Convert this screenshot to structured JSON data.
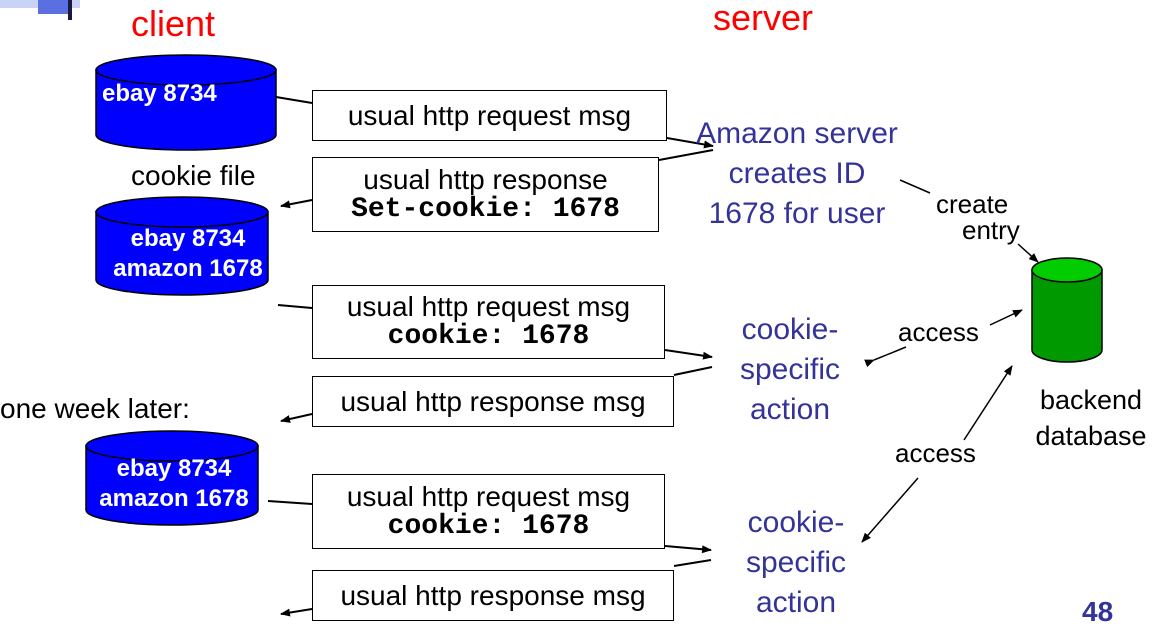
{
  "title_client": "client",
  "title_server": "server",
  "cookie_file_label": "cookie file",
  "one_week_later": "one week later:",
  "cylinders": [
    {
      "lines": [
        "ebay 8734"
      ]
    },
    {
      "lines": [
        "ebay 8734",
        "amazon 1678"
      ]
    },
    {
      "lines": [
        "ebay 8734",
        "amazon 1678"
      ]
    }
  ],
  "messages": [
    {
      "line1": "usual http request msg",
      "line2": ""
    },
    {
      "line1": "usual http response",
      "line2": "Set-cookie: 1678"
    },
    {
      "line1": "usual http request msg",
      "line2": "cookie: 1678"
    },
    {
      "line1": "usual http response msg",
      "line2": ""
    },
    {
      "line1": "usual http request msg",
      "line2": "cookie: 1678"
    },
    {
      "line1": "usual http response msg",
      "line2": ""
    }
  ],
  "server_text": [
    "Amazon server",
    "creates ID",
    "1678 for user"
  ],
  "cookie_action_1": [
    "cookie-",
    "specific",
    "action"
  ],
  "cookie_action_2": [
    "cookie-",
    "specific",
    "action"
  ],
  "create_entry": [
    "create",
    "entry"
  ],
  "access_1": "access",
  "access_2": "access",
  "backend_database": [
    "backend",
    "database"
  ],
  "page_number": "48",
  "colors": {
    "heading": "#ff0000",
    "cylinder_blue": "#0000ff",
    "database_green": "#009900",
    "text_blue": "#333399"
  }
}
